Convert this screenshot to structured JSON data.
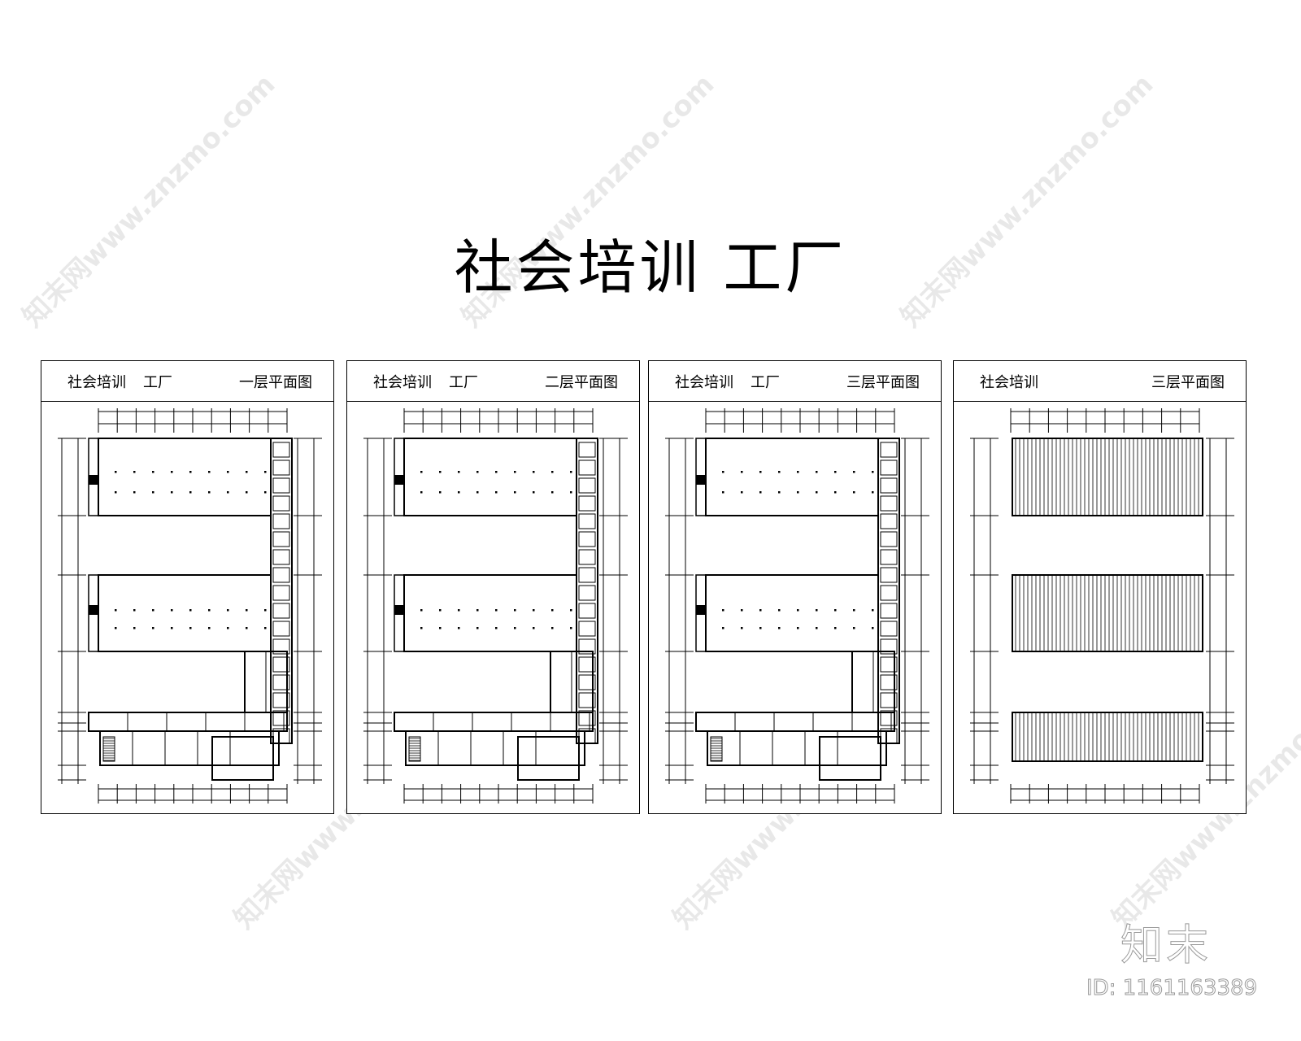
{
  "title": "社会培训 工厂",
  "panels": [
    {
      "name": "社会培训",
      "name2": "工厂",
      "floor": "一层平面图",
      "plan_type": "floor"
    },
    {
      "name": "社会培训",
      "name2": "工厂",
      "floor": "二层平面图",
      "plan_type": "floor"
    },
    {
      "name": "社会培训",
      "name2": "工厂",
      "floor": "三层平面图",
      "plan_type": "floor"
    },
    {
      "name": "社会培训",
      "name2": "",
      "floor": "三层平面图",
      "plan_type": "roof"
    }
  ],
  "watermark": "知末网www.znzmo.com",
  "logo": {
    "text": "知末",
    "id": "ID: 1161163389"
  }
}
